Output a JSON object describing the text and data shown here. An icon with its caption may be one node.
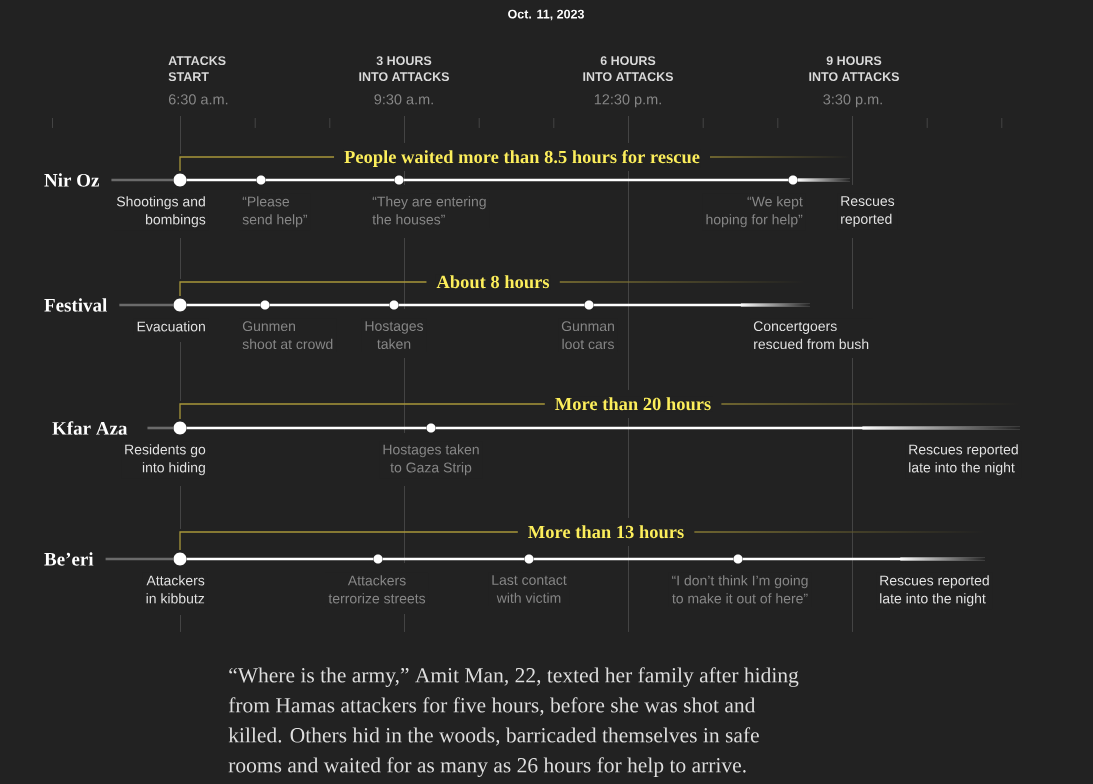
{
  "diagram": {
    "nodes": [
      {
        "text": [
          "Nir Oz"
        ]
      },
      {
        "text": [],
        "shape": "circle",
        "beside": [
          "Shootings and bombings"
        ]
      },
      {
        "text": [],
        "shape": "circle",
        "beside": [
          "“Please send help”"
        ]
      },
      {
        "text": [],
        "shape": "circle",
        "beside": [
          "“They are entering the houses”"
        ]
      },
      {
        "text": [],
        "shape": "circle",
        "beside": [
          "“We kept hoping for help”"
        ]
      },
      {
        "text": [
          "Festival"
        ]
      },
      {
        "text": [],
        "shape": "circle",
        "beside": [
          "Evacuation"
        ]
      },
      {
        "text": [],
        "shape": "circle",
        "beside": [
          "Gunmen shoot at crowd"
        ]
      },
      {
        "text": [],
        "shape": "circle",
        "beside": [
          "Hostages taken"
        ]
      },
      {
        "text": [],
        "shape": "circle",
        "beside": [
          "Gunman loot cars"
        ]
      },
      {
        "text": [
          "Kfar Aza"
        ]
      },
      {
        "text": [],
        "shape": "circle",
        "beside": [
          "Residents go into hiding"
        ]
      },
      {
        "text": [],
        "shape": "circle",
        "beside": [
          "Hostages taken to Gaza Strip"
        ]
      },
      {
        "text": [
          "Be’eri"
        ]
      },
      {
        "text": [],
        "shape": "circle",
        "beside": [
          "Attackers in kibbutz"
        ]
      },
      {
        "text": [],
        "shape": "circle",
        "beside": [
          "Attackers terrorize streets"
        ]
      },
      {
        "text": [],
        "shape": "circle",
        "beside": [
          "Last contact with victim"
        ]
      },
      {
        "text": [],
        "shape": "circle",
        "beside": [
          "“I don’t think I’m going to make it out of here”"
        ]
      }
    ],
    "edges": [
      {
        "from": 0,
        "to": 1,
        "arrow": "none",
        "color": "#6b6b6b"
      },
      {
        "from": 1,
        "to": 2,
        "arrow": "none"
      },
      {
        "from": 2,
        "to": 3,
        "arrow": "none"
      },
      {
        "from": 3,
        "to": 4,
        "arrow": "none"
      },
      {
        "from": 4,
        "to": null,
        "arrow": "none"
      },
      {
        "from": 5,
        "to": 6,
        "arrow": "none",
        "color": "#6b6b6b"
      },
      {
        "from": 6,
        "to": 7,
        "arrow": "none"
      },
      {
        "from": 7,
        "to": 8,
        "arrow": "none"
      },
      {
        "from": 8,
        "to": 9,
        "arrow": "none"
      },
      {
        "from": 9,
        "to": null,
        "arrow": "none"
      },
      {
        "from": 10,
        "to": 11,
        "arrow": "none",
        "color": "#6b6b6b"
      },
      {
        "from": 11,
        "to": 12,
        "arrow": "none"
      },
      {
        "from": 12,
        "to": null,
        "arrow": "none"
      },
      {
        "from": 13,
        "to": 14,
        "arrow": "none",
        "color": "#6b6b6b"
      },
      {
        "from": 14,
        "to": 15,
        "arrow": "none"
      },
      {
        "from": 15,
        "to": 16,
        "arrow": "none"
      },
      {
        "from": 16,
        "to": 17,
        "arrow": "none"
      },
      {
        "from": 17,
        "to": null,
        "arrow": "none"
      }
    ],
    "labels": [
      "Oct. 11, 2023",
      "ATTACKS START",
      "3 HOURS INTO ATTACKS",
      "6 HOURS INTO ATTACKS",
      "9 HOURS INTO ATTACKS",
      "6:30 a.m.",
      "9:30 a.m.",
      "12:30 p.m.",
      "3:30 p.m.",
      "People waited more than 8.5 hours for rescue",
      "Rescues reported",
      "About 8 hours",
      "Concertgoers rescued from bush",
      "More than 20 hours",
      "Rescues reported late into the night",
      "More than 13 hours",
      "Rescues reported late into the night",
      "“Where is the army,” Amit Man, 22, texted her family after hiding from Hamas attackers for five hours, before she was shot and killed. Others hid in the woods, barricaded themselves in safe rooms and waited for as many as 26 hours for help to arrive."
    ]
  }
}
